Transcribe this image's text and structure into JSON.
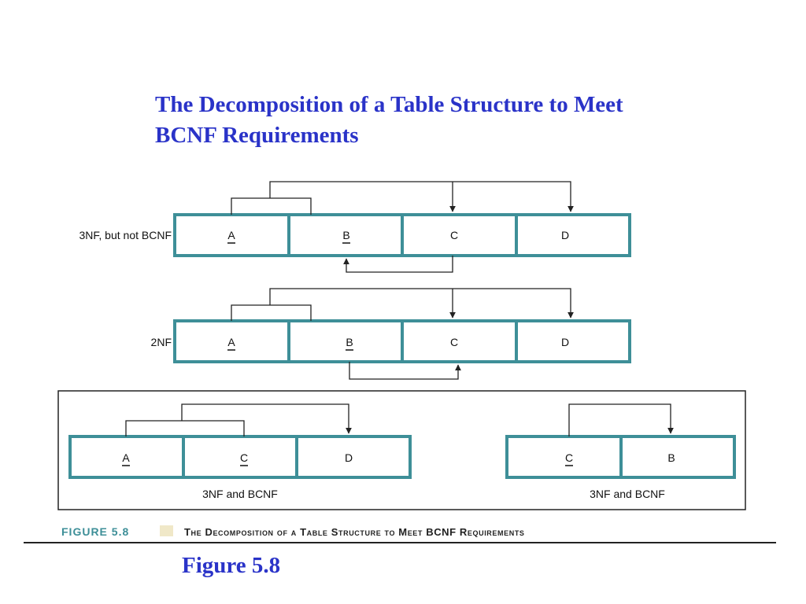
{
  "title_lines": [
    "The Decomposition of a Table Structure to Meet",
    "BCNF Requirements"
  ],
  "rows": [
    {
      "label": "3NF, but not BCNF",
      "cells": [
        "A",
        "B",
        "C",
        "D"
      ],
      "keys": [
        "A",
        "B"
      ]
    },
    {
      "label": "2NF",
      "cells": [
        "A",
        "B",
        "C",
        "D"
      ],
      "keys": [
        "A",
        "B"
      ]
    }
  ],
  "decomposition": [
    {
      "cells": [
        "A",
        "C",
        "D"
      ],
      "keys": [
        "A",
        "C"
      ],
      "caption": "3NF and BCNF"
    },
    {
      "cells": [
        "C",
        "B"
      ],
      "keys": [
        "C"
      ],
      "caption": "3NF and BCNF"
    }
  ],
  "figure_label": "FIGURE 5.8",
  "figure_caption": "The Decomposition of a Table Structure to Meet BCNF Requirements",
  "footer": "Figure 5.8",
  "colors": {
    "title": "#2a33c8",
    "cell_border": "#3e8f98",
    "label_teal": "#3e8f98",
    "label_box": "#f0e8c8"
  }
}
